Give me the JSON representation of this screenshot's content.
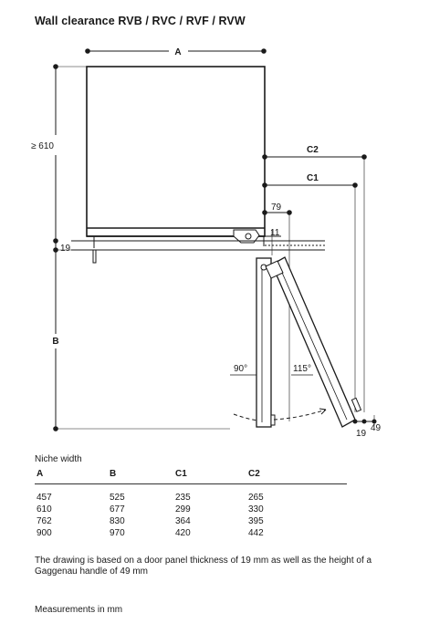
{
  "title": "Wall clearance RVB / RVC / RVF / RVW",
  "diagram": {
    "labels": {
      "a": "A",
      "b": "B",
      "c1": "C1",
      "c2": "C2",
      "min_depth": "≥ 610",
      "d79": "79",
      "d11": "11",
      "d19_left": "19",
      "angle_90": "90°",
      "angle_115": "115°",
      "d19_bottom": "19",
      "d49_bottom": "49"
    }
  },
  "niche": {
    "caption": "Niche width",
    "headers": [
      "A",
      "B",
      "C1",
      "C2"
    ],
    "rows": [
      [
        "457",
        "525",
        "235",
        "265"
      ],
      [
        "610",
        "677",
        "299",
        "330"
      ],
      [
        "762",
        "830",
        "364",
        "395"
      ],
      [
        "900",
        "970",
        "420",
        "442"
      ]
    ]
  },
  "note": "The drawing is based on a door panel thickness of 19 mm as well as the height of a Gaggenau handle of 49 mm",
  "units": "Measurements in mm"
}
